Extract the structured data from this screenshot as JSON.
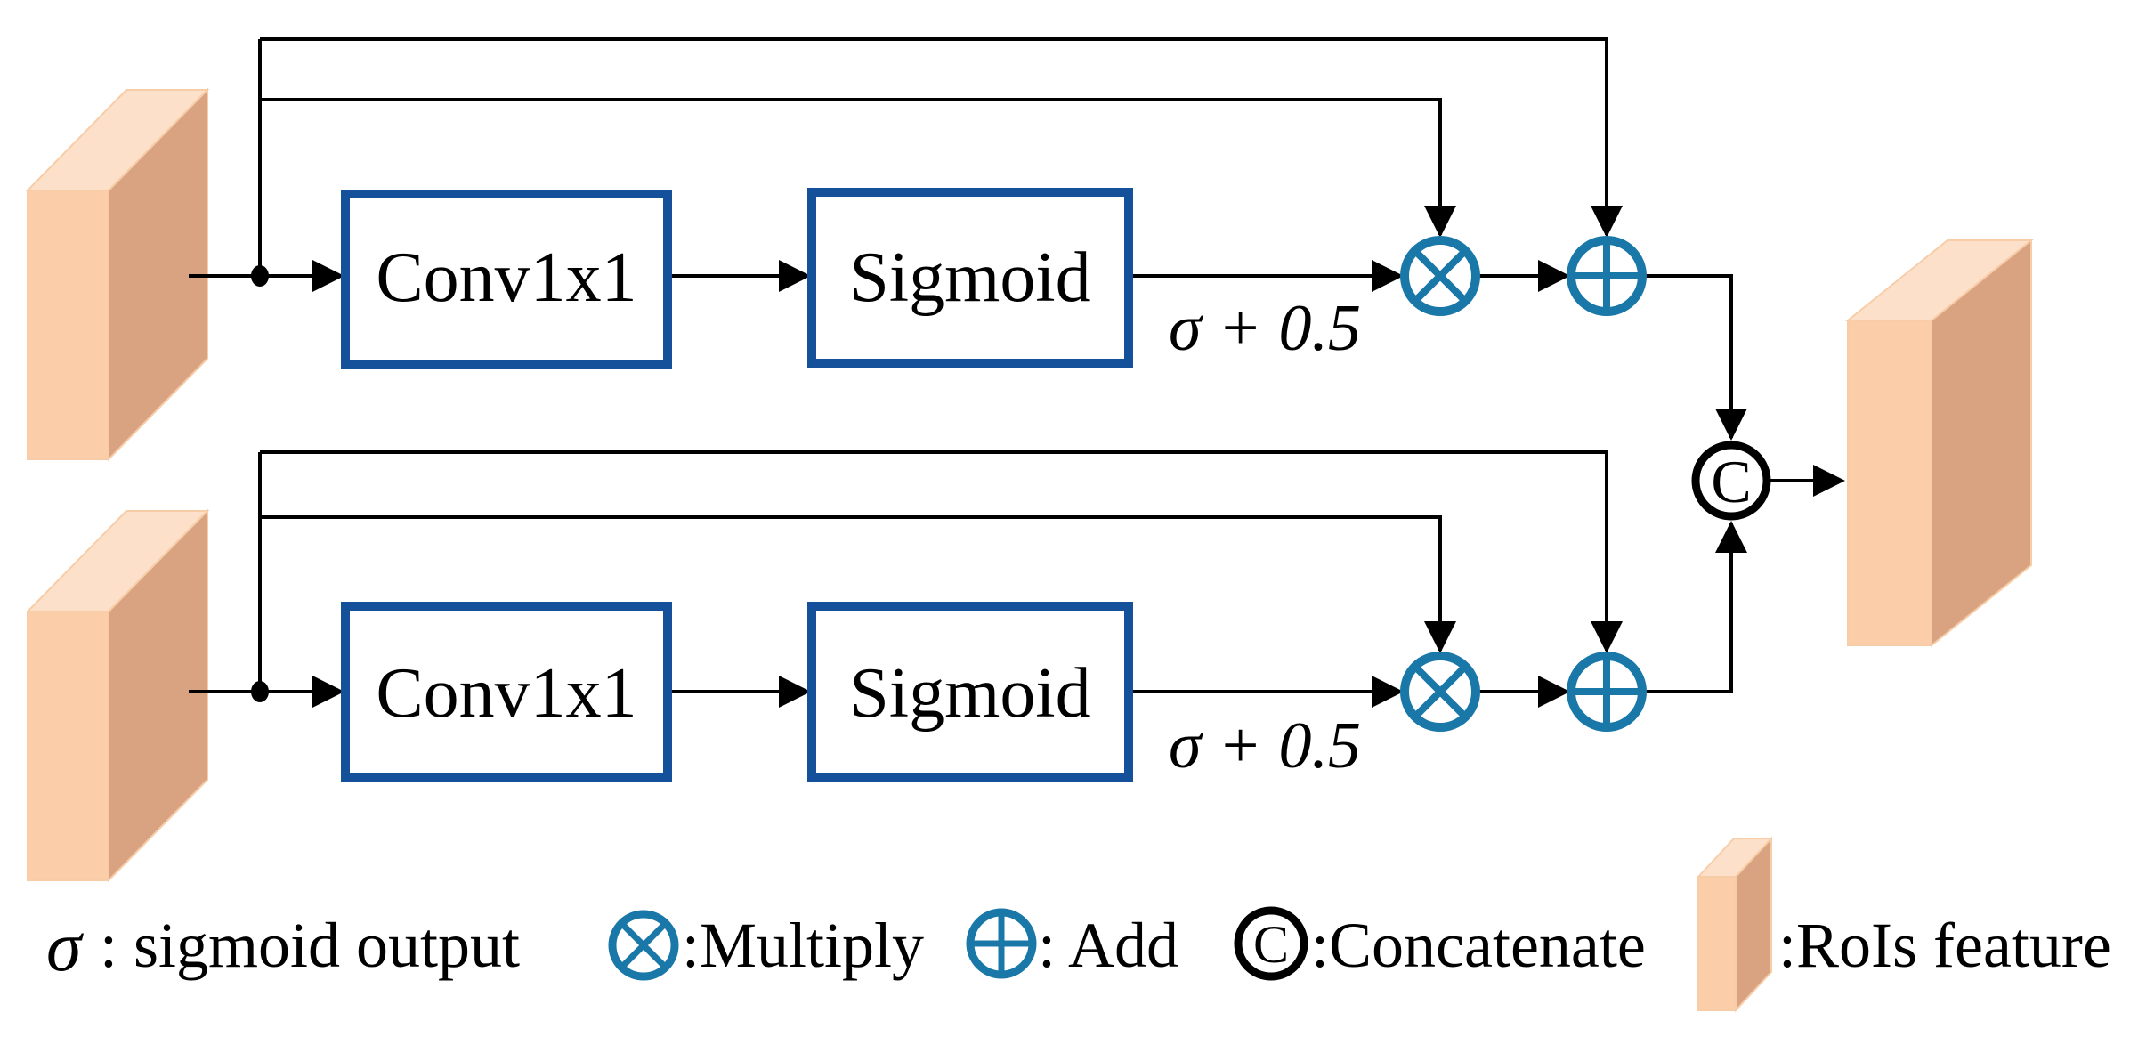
{
  "diagram": {
    "title_semantic": "dual-branch attention fusion module",
    "branch1": {
      "conv_label": "Conv1x1",
      "sigmoid_label": "Sigmoid",
      "scale_label": "σ + 0.5"
    },
    "branch2": {
      "conv_label": "Conv1x1",
      "sigmoid_label": "Sigmoid",
      "scale_label": "σ + 0.5"
    },
    "concat_symbol": "C"
  },
  "legend": {
    "sigma_symbol": "σ",
    "sigma_label": " : sigmoid output",
    "multiply_label": ":Multiply",
    "add_label": ": Add",
    "concat_symbol": "C",
    "concat_label": ":Concatenate",
    "rois_label": ":RoIs feature"
  },
  "colors": {
    "box_border": "#15509b",
    "operator_blue": "#1a78a8",
    "line_black": "#000000",
    "block_front": "#fbcda9",
    "block_top": "#fde0ca",
    "block_side": "#d9a381"
  }
}
